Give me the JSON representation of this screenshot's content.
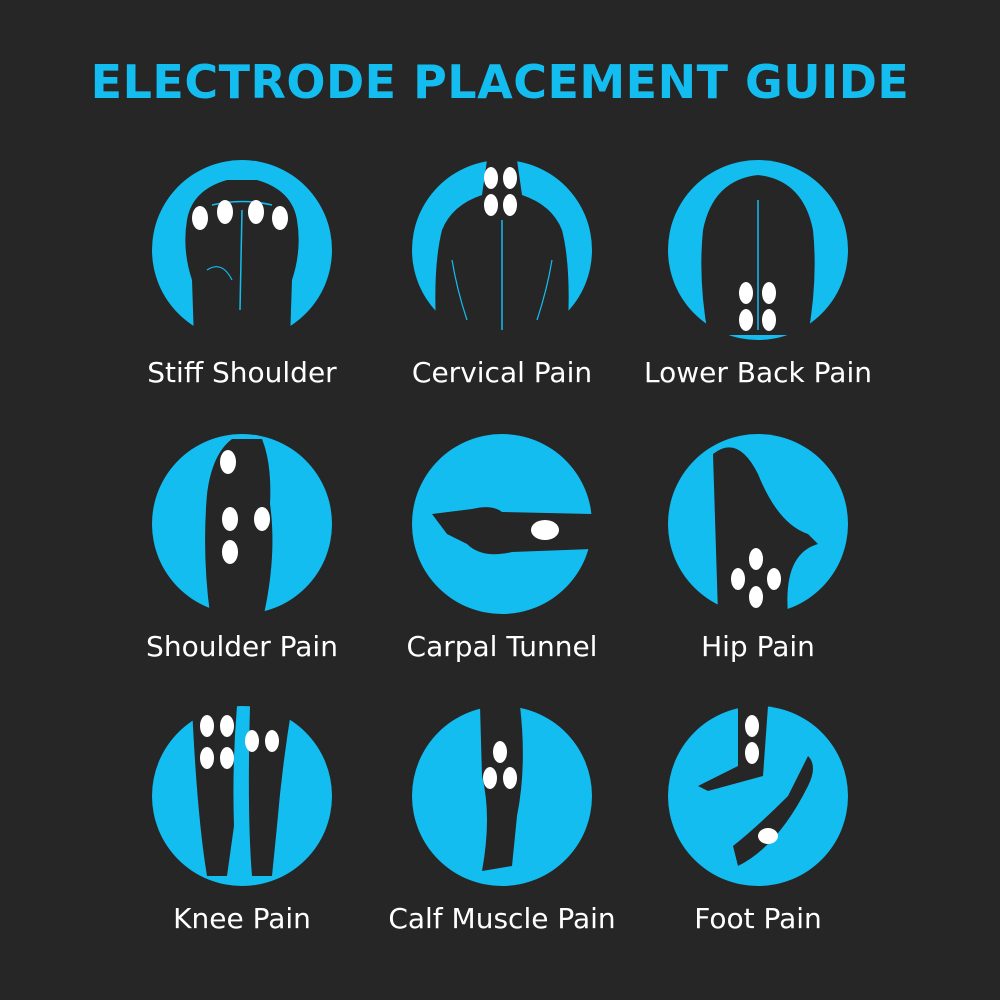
{
  "title": "ELECTRODE PLACEMENT GUIDE",
  "colors": {
    "background": "#262626",
    "accent": "#14bdf0",
    "pad": "#ffffff",
    "label": "#ffffff"
  },
  "items": [
    {
      "label": "Stiff Shoulder",
      "icon": "upper-back-icon"
    },
    {
      "label": "Cervical Pain",
      "icon": "neck-back-icon"
    },
    {
      "label": "Lower Back Pain",
      "icon": "lower-back-icon"
    },
    {
      "label": "Shoulder Pain",
      "icon": "side-shoulder-icon"
    },
    {
      "label": "Carpal Tunnel",
      "icon": "hand-wrist-icon"
    },
    {
      "label": "Hip Pain",
      "icon": "hip-icon"
    },
    {
      "label": "Knee Pain",
      "icon": "knees-icon"
    },
    {
      "label": "Calf Muscle Pain",
      "icon": "calf-icon"
    },
    {
      "label": "Foot Pain",
      "icon": "foot-icon"
    }
  ]
}
